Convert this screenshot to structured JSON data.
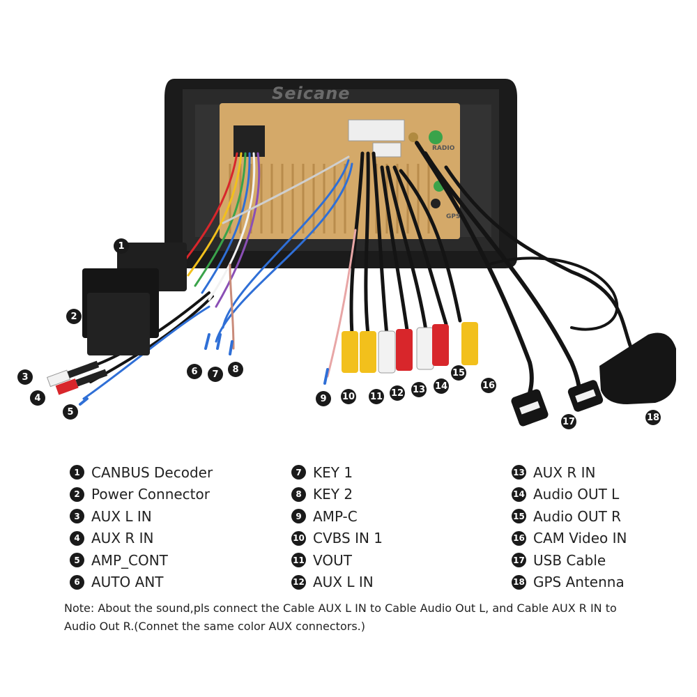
{
  "brand": "Seicane",
  "unit_labels": {
    "radio": "RADIO",
    "gps": "GPS"
  },
  "callout_numbers": [
    "1",
    "2",
    "3",
    "4",
    "5",
    "6",
    "7",
    "8",
    "9",
    "10",
    "11",
    "12",
    "13",
    "14",
    "15",
    "16",
    "17",
    "18"
  ],
  "legend": {
    "col1": [
      {
        "num": "1",
        "label": "CANBUS Decoder"
      },
      {
        "num": "2",
        "label": "Power Connector"
      },
      {
        "num": "3",
        "label": "AUX L IN"
      },
      {
        "num": "4",
        "label": "AUX R IN"
      },
      {
        "num": "5",
        "label": "AMP_CONT"
      },
      {
        "num": "6",
        "label": "AUTO ANT"
      }
    ],
    "col2": [
      {
        "num": "7",
        "label": "KEY 1"
      },
      {
        "num": "8",
        "label": "KEY 2"
      },
      {
        "num": "9",
        "label": "AMP-C"
      },
      {
        "num": "10",
        "label": "CVBS IN 1"
      },
      {
        "num": "11",
        "label": "VOUT"
      },
      {
        "num": "12",
        "label": "AUX L IN"
      }
    ],
    "col3": [
      {
        "num": "13",
        "label": "AUX R IN"
      },
      {
        "num": "14",
        "label": "Audio OUT L"
      },
      {
        "num": "15",
        "label": "Audio OUT R"
      },
      {
        "num": "16",
        "label": "CAM Video IN"
      },
      {
        "num": "17",
        "label": "USB Cable"
      },
      {
        "num": "18",
        "label": "GPS Antenna"
      }
    ]
  },
  "note": "Note: About the sound,pls connect the Cable AUX L IN to Cable Audio Out L, and Cable AUX R IN to Audio Out R.(Connet the same color AUX connectors.)",
  "colors": {
    "frame": "#1b1b1b",
    "board": "#d4a969",
    "rca_yellow": "#f2c01c",
    "rca_red": "#d8262b",
    "rca_white": "#f2f2f2",
    "cable": "#141414"
  }
}
